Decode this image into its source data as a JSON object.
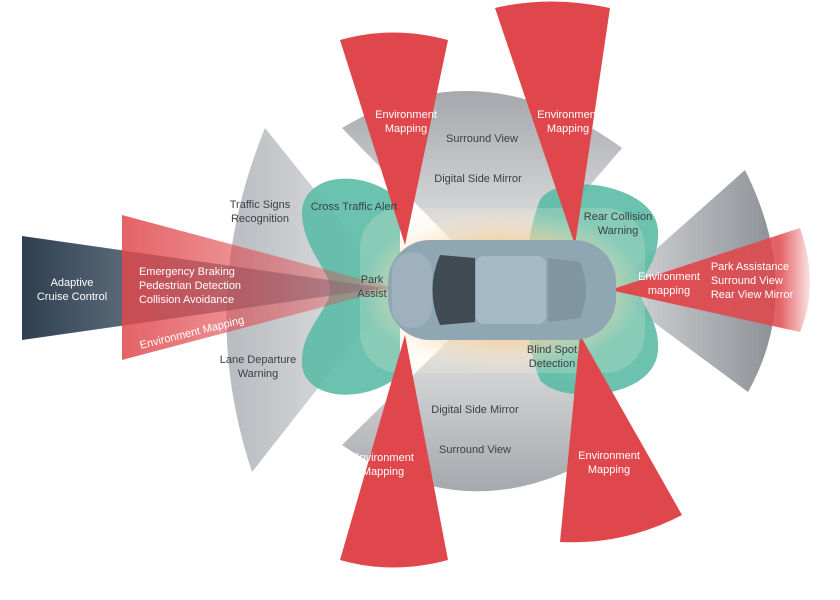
{
  "colors": {
    "red": "#e0474c",
    "gray": "#9a9ea3",
    "teal": "#5bbba5",
    "navy": "#2f4355",
    "glow": "#f6c27a",
    "car": "#8fa6b3"
  },
  "labels": {
    "acc": [
      "Adaptive",
      "Cruise Control"
    ],
    "front_red": [
      "Emergency Braking",
      "Pedestrian Detection",
      "Collision Avoidance"
    ],
    "front_env": "Environment Mapping",
    "traffic_signs": [
      "Traffic Signs",
      "Recognition"
    ],
    "lane_departure": [
      "Lane Departure",
      "Warning"
    ],
    "cross_traffic": "Cross Traffic Alert",
    "park_assist": [
      "Park",
      "Assist"
    ],
    "env_top_left": [
      "Environment",
      "Mapping"
    ],
    "env_top_right": [
      "Environment",
      "Mapping"
    ],
    "env_bottom_left": [
      "Environment",
      "Mapping"
    ],
    "env_bottom_right": [
      "Environment",
      "Mapping"
    ],
    "surround_top": "Surround View",
    "mirror_top": "Digital Side Mirror",
    "mirror_bottom": "Digital Side Mirror",
    "surround_bottom": "Surround View",
    "rear_collision": [
      "Rear Collision",
      "Warning"
    ],
    "blind_spot": [
      "Blind Spot",
      "Detection"
    ],
    "rear_env": [
      "Environment",
      "mapping"
    ],
    "rear_red": [
      "Park Assistance",
      "Surround View",
      "Rear View Mirror"
    ]
  }
}
